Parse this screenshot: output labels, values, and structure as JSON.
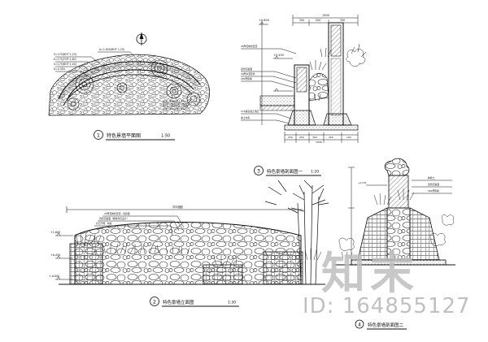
{
  "views": [
    {
      "number": "1",
      "title": "特色景墙平面图",
      "scale": "1:50"
    },
    {
      "number": "2",
      "title": "特色景墙立面图",
      "scale": "1:30"
    },
    {
      "number": "3",
      "title": "特色景墙剖面图一",
      "scale": "1:20"
    },
    {
      "number": "4",
      "title": "特色景墙剖面图二",
      "scale": ""
    }
  ],
  "elevation_markers": {
    "top": "+1.600",
    "mid": "+0.450",
    "ground": "+-0.000"
  },
  "watermark": {
    "logo": "知末",
    "id_text": "ID: 164855127"
  }
}
